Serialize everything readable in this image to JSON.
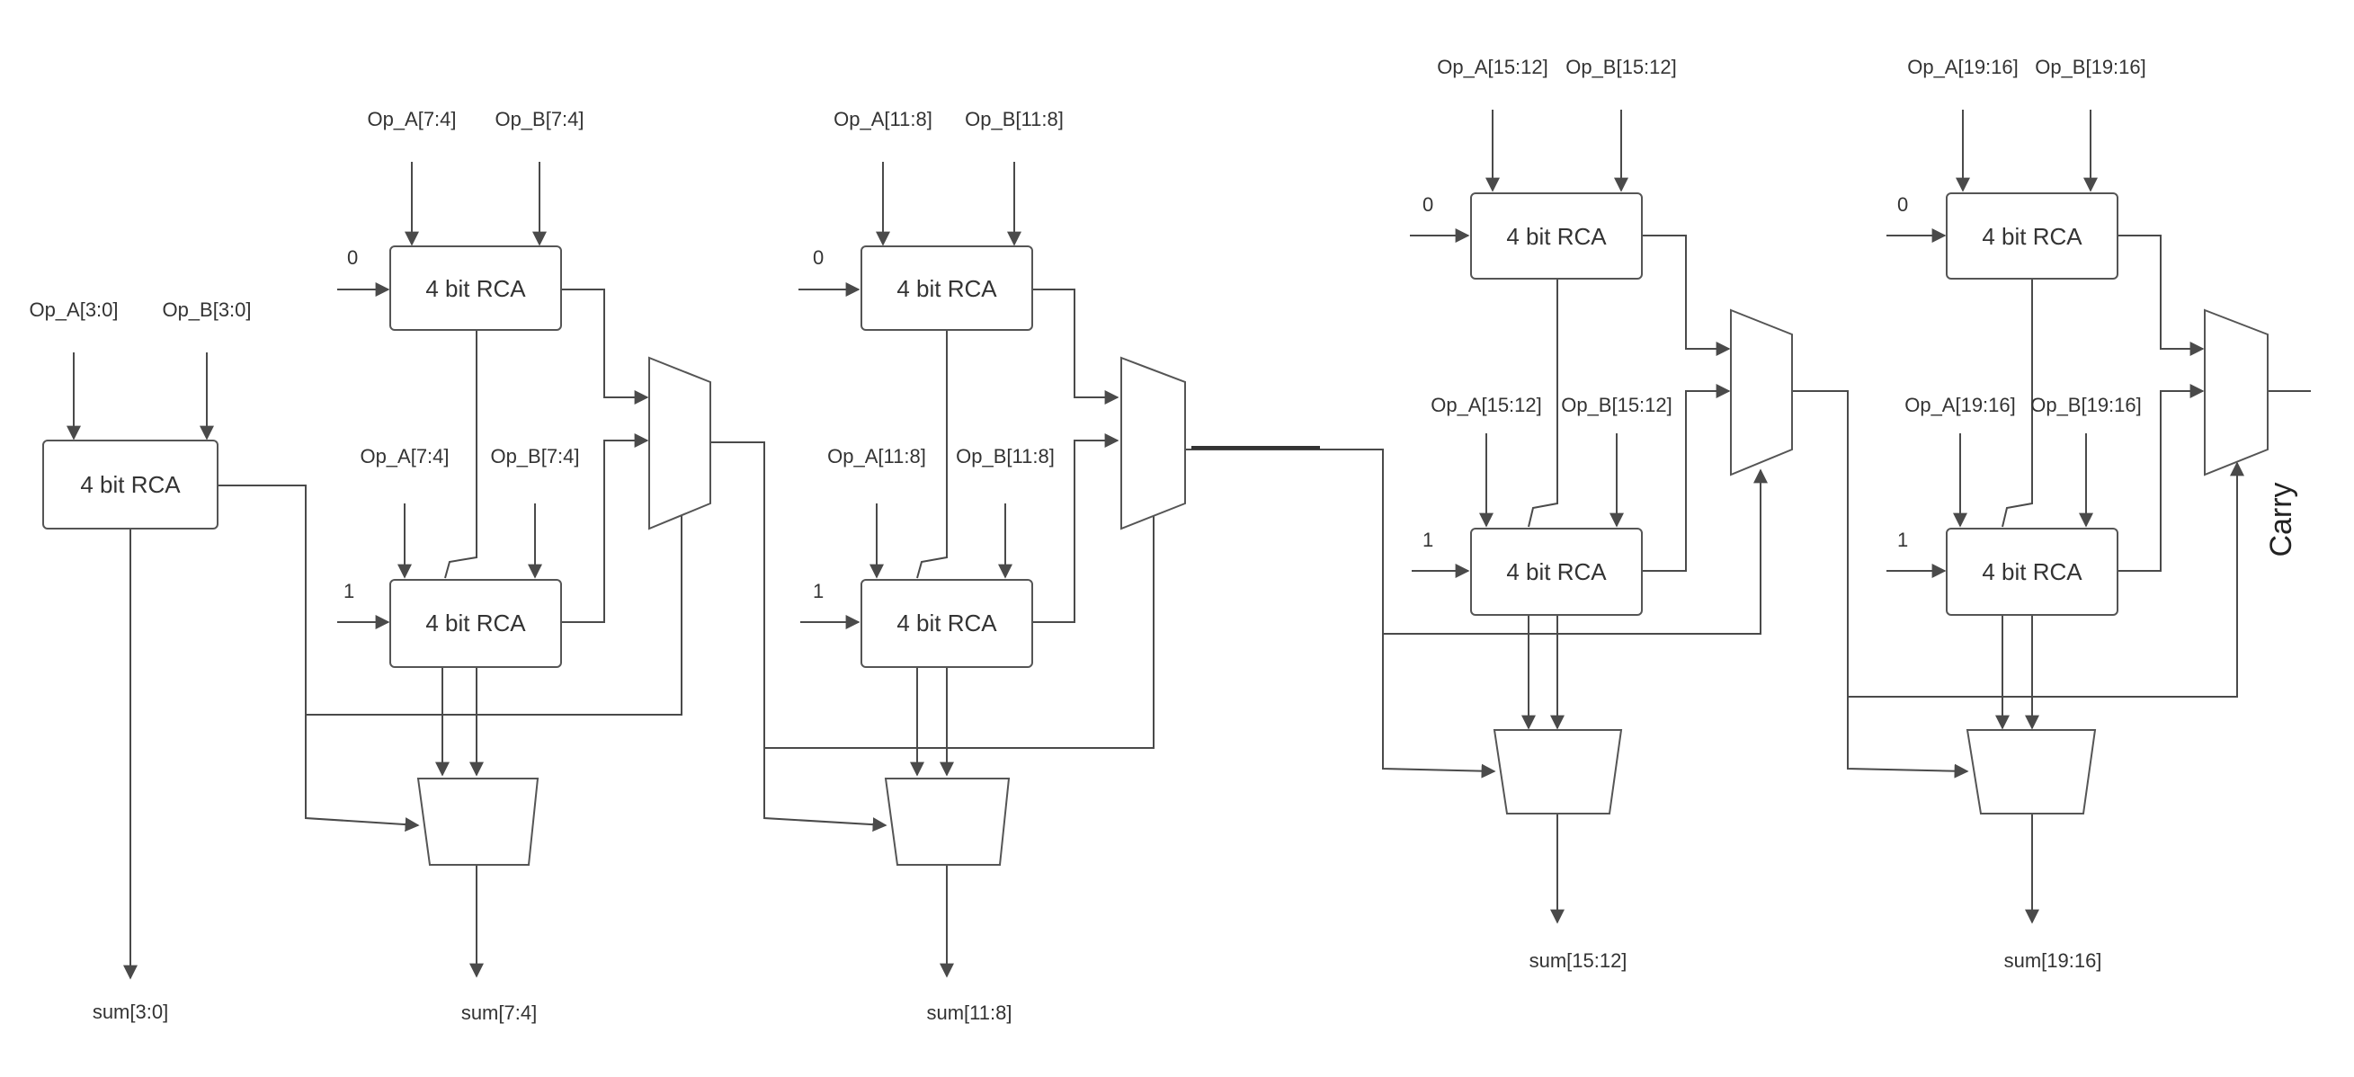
{
  "blocks": {
    "block0": {
      "label": "4 bit RCA",
      "in_a": "Op_A[3:0]",
      "in_b": "Op_B[3:0]",
      "sum": "sum[3:0]"
    },
    "block1": {
      "top": {
        "label": "4 bit RCA",
        "in_a": "Op_A[7:4]",
        "in_b": "Op_B[7:4]",
        "cin": "0"
      },
      "bottom": {
        "label": "4 bit RCA",
        "in_a": "Op_A[7:4]",
        "in_b": "Op_B[7:4]",
        "cin": "1"
      },
      "sum": "sum[7:4]"
    },
    "block2": {
      "top": {
        "label": "4 bit RCA",
        "in_a": "Op_A[11:8]",
        "in_b": "Op_B[11:8]",
        "cin": "0"
      },
      "bottom": {
        "label": "4 bit RCA",
        "in_a": "Op_A[11:8]",
        "in_b": "Op_B[11:8]",
        "cin": "1"
      },
      "sum": "sum[11:8]"
    },
    "block3": {
      "top": {
        "label": "4 bit RCA",
        "in_a": "Op_A[15:12]",
        "in_b": "Op_B[15:12]",
        "cin": "0"
      },
      "bottom": {
        "label": "4 bit RCA",
        "in_a": "Op_A[15:12]",
        "in_b": "Op_B[15:12]",
        "cin": "1"
      },
      "sum": "sum[15:12]"
    },
    "block4": {
      "top": {
        "label": "4 bit RCA",
        "in_a": "Op_A[19:16]",
        "in_b": "Op_B[19:16]",
        "cin": "0"
      },
      "bottom": {
        "label": "4 bit RCA",
        "in_a": "Op_A[19:16]",
        "in_b": "Op_B[19:16]",
        "cin": "1"
      },
      "sum": "sum[19:16]"
    }
  },
  "carry_label": "Carry"
}
